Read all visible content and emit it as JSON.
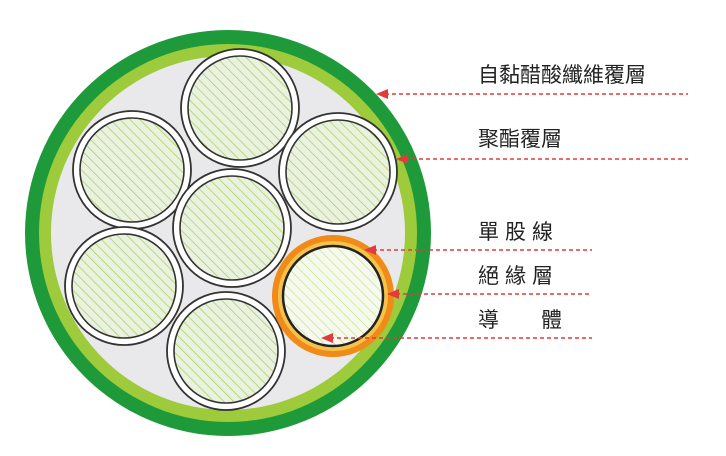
{
  "labels": {
    "outer_sheath": "自黏醋酸纖維覆層",
    "polyester_layer": "聚酯覆層",
    "single_wire": "單股線",
    "insulation": "絕緣層",
    "conductor": "導　　體"
  },
  "colors": {
    "outer_sheath": "#1e9a3a",
    "polyester_layer": "#9dcb3c",
    "filler": "#e9e9eb",
    "strand_fill": "#eaf1de",
    "strand_hatch": "#9ccc55",
    "strand_outline": "#333333",
    "insulation_outer": "#f08a18",
    "insulation_inner": "#f6c34a",
    "leader_line": "#e23b3b",
    "label_text": "#222222"
  },
  "icons": {
    "arrowhead": "red-triangle-arrowhead"
  }
}
